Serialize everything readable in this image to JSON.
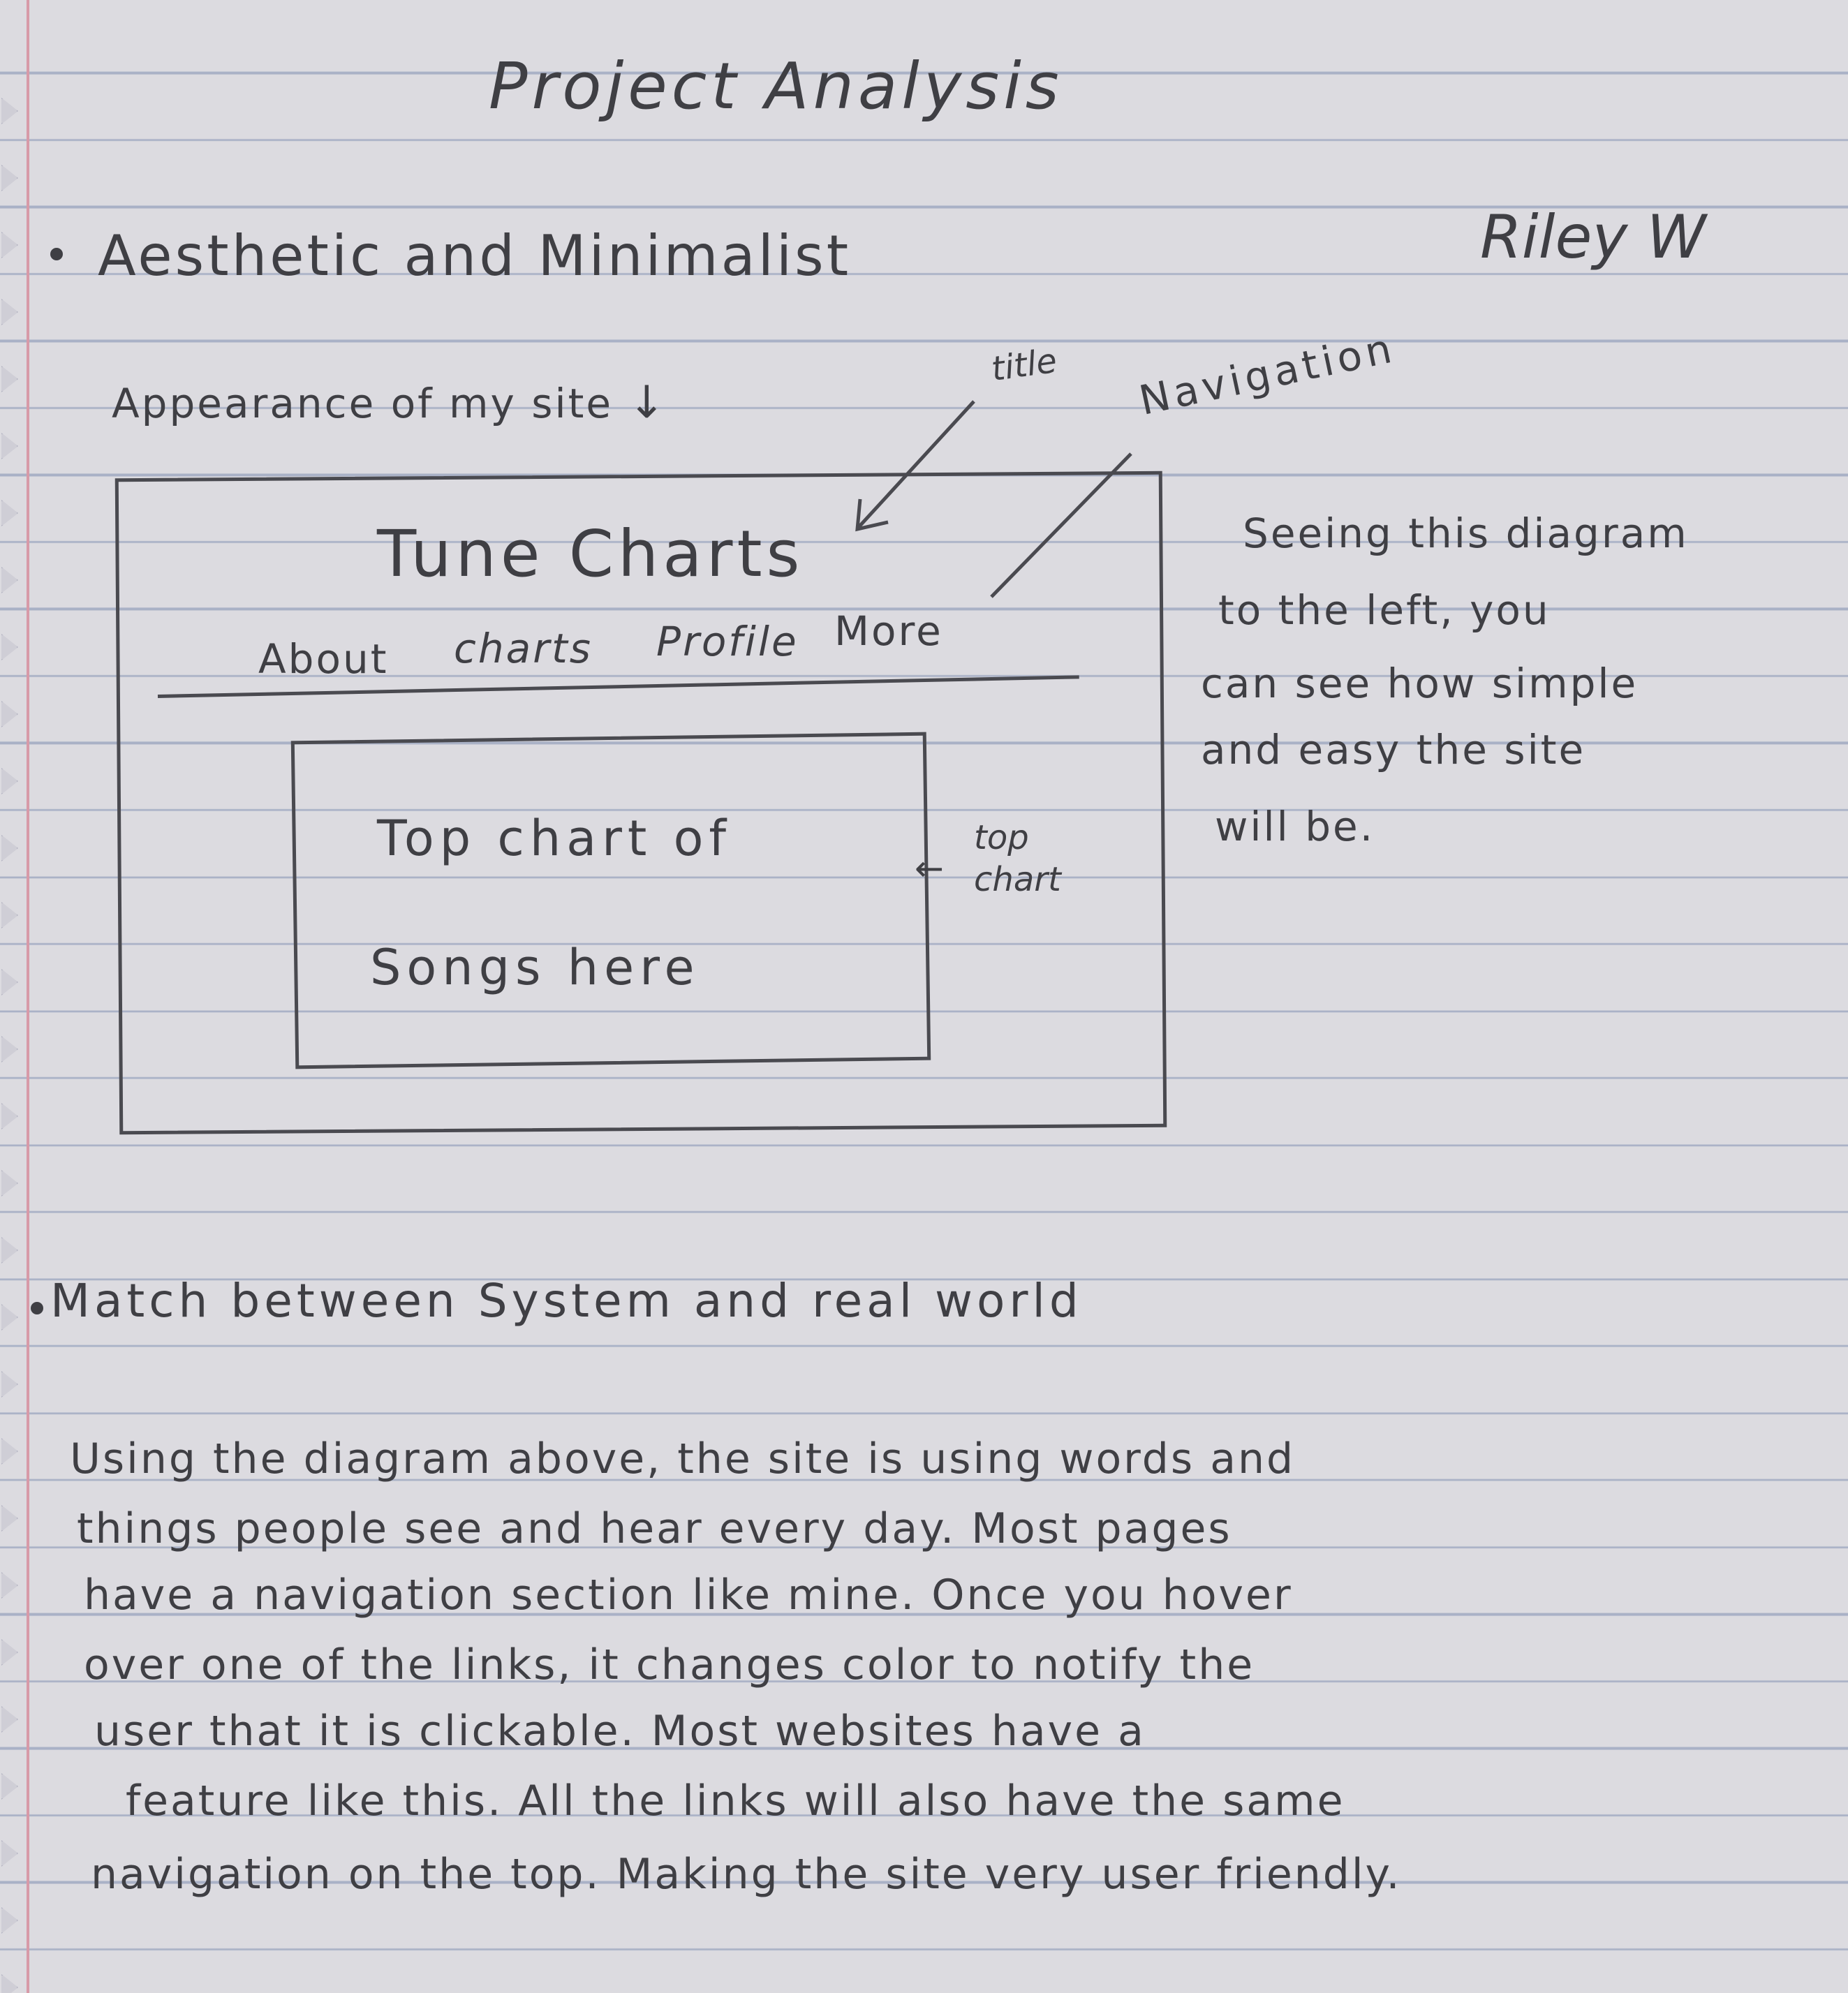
{
  "title": "Project Analysis",
  "author": "Riley W",
  "section1": {
    "heading": "Aesthetic and Minimalist",
    "intro": "Appearance of my site",
    "labels": {
      "title": "title",
      "navigation": "Navigation",
      "top_chart": [
        "top",
        "chart"
      ]
    },
    "sketch": {
      "site_title": "Tune Charts",
      "nav": [
        "About",
        "charts",
        "Profile",
        "More"
      ],
      "content": [
        "Top chart of",
        "Songs here"
      ]
    },
    "side_note": [
      "Seeing this diagram",
      "to the left, you",
      "can see how simple",
      "and easy the site",
      "will be."
    ]
  },
  "section2": {
    "heading": "Match between System and real world",
    "paragraph": [
      "Using the diagram above, the site is using words and",
      "things people see and hear every day. Most pages",
      "have a navigation section like mine. Once you hover",
      "over one of the links, it changes color to notify the",
      "user that it is clickable. Most websites have a",
      "feature like this. All the links will also have the same",
      "navigation on the top. Making the site very user friendly."
    ]
  }
}
